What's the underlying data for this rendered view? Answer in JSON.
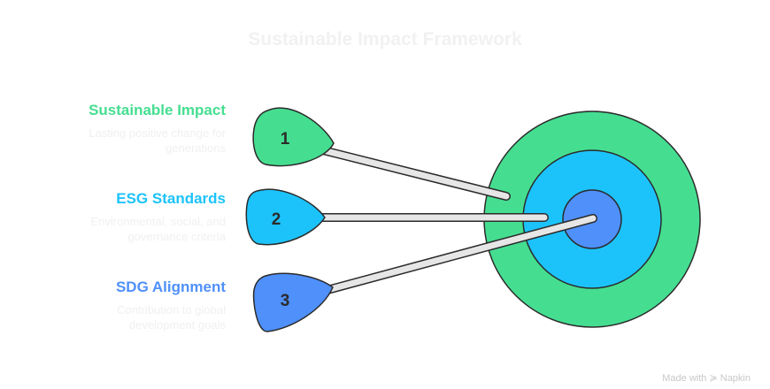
{
  "title": "Sustainable Impact Framework",
  "items": [
    {
      "number": "1",
      "label": "Sustainable Impact",
      "description": "Lasting positive change for generations",
      "desc_line1": "Lasting positive change for",
      "desc_line2": "generations",
      "color": "#45de91"
    },
    {
      "number": "2",
      "label": "ESG Standards",
      "description": "Environmental, social, and governance criteria",
      "desc_line1": "Environmental, social, and",
      "desc_line2": "governance criteria",
      "color": "#1cc3fb"
    },
    {
      "number": "3",
      "label": "SDG Alignment",
      "description": "Contribution to global development goals",
      "desc_line1": "Contribution to global",
      "desc_line2": "development goals",
      "color": "#4f90fa"
    }
  ],
  "target_rings": [
    {
      "name": "outer-ring",
      "color": "#45de91"
    },
    {
      "name": "middle-ring",
      "color": "#1cc3fb"
    },
    {
      "name": "inner-ring",
      "color": "#4f90fa"
    }
  ],
  "footer": {
    "prefix": "Made with",
    "brand": "Napkin",
    "icon": "napkin-logo-icon"
  }
}
